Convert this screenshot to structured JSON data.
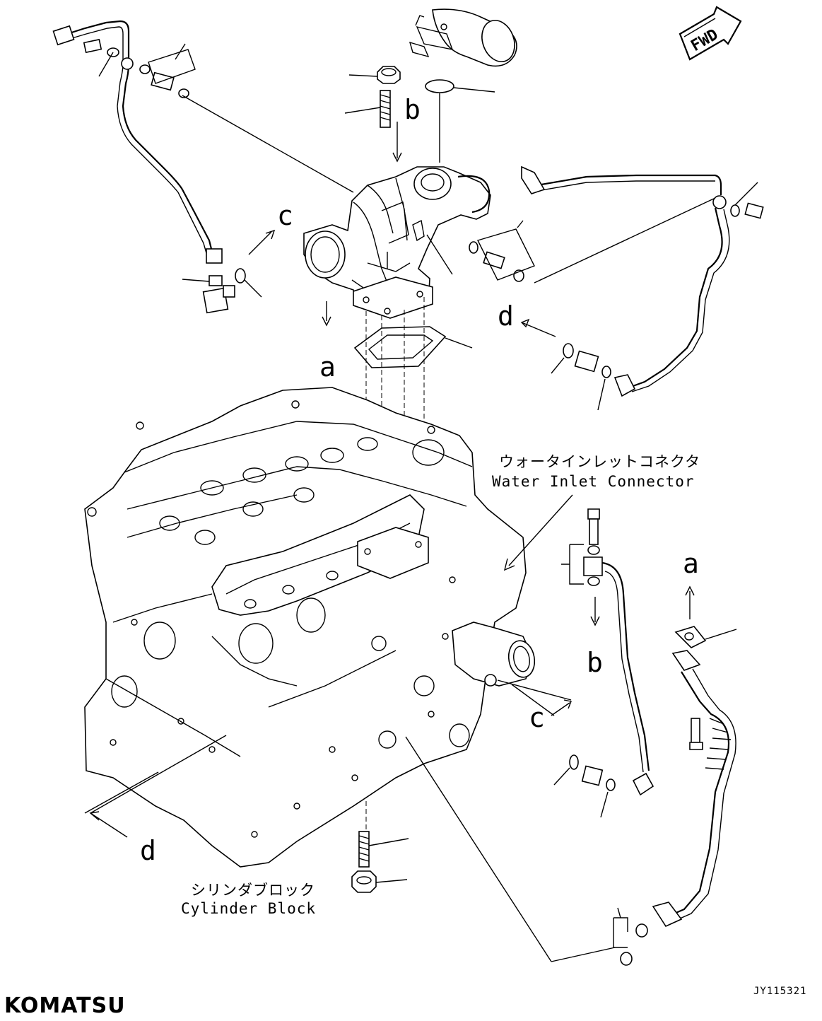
{
  "drawing": {
    "forward_tag": "FWD",
    "drawing_code": "JY115321",
    "brand_logo": "KOMATSU",
    "view_labels": {
      "a_top": "a",
      "b_top": "b",
      "c_left": "c",
      "d_right": "d",
      "a_right": "a",
      "b_right": "b",
      "c_bottom": "c",
      "d_bottom": "d"
    },
    "captions": {
      "water_inlet_jp": "ウォータインレットコネクタ",
      "water_inlet_en": "Water Inlet Connector",
      "cylinder_block_jp": "シリンダブロック",
      "cylinder_block_en": "Cylinder Block"
    }
  }
}
